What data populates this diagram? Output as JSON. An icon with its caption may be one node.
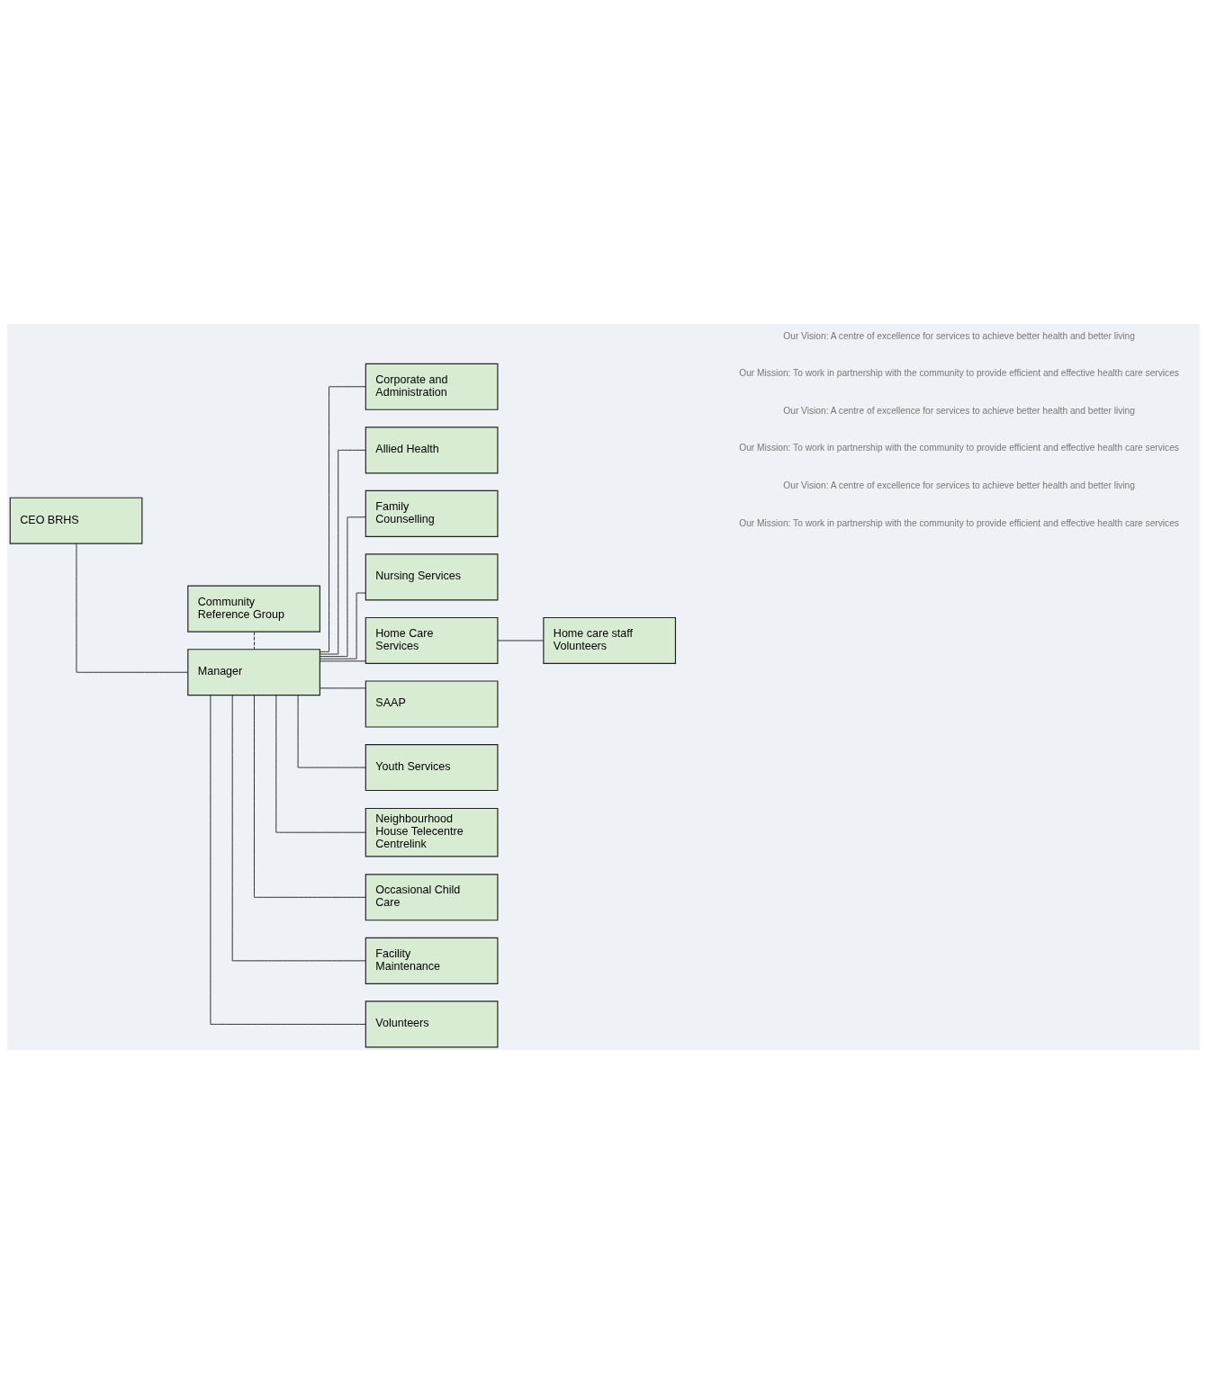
{
  "diagram": {
    "nodes": [
      {
        "text": [
          "CEO BRHS"
        ]
      },
      {
        "text": [
          "Manager"
        ]
      },
      {
        "text": [
          "Community Reference Group"
        ]
      },
      {
        "text": [
          "Corporate and Administration"
        ]
      },
      {
        "text": [
          "Allied Health"
        ]
      },
      {
        "text": [
          "Family Counselling"
        ]
      },
      {
        "text": [
          "Nursing Services"
        ]
      },
      {
        "text": [
          "Home Care Services"
        ]
      },
      {
        "text": [
          "SAAP"
        ]
      },
      {
        "text": [
          "Youth Services"
        ]
      },
      {
        "text": [
          "Neighbourhood House Telecentre Centrelink"
        ]
      },
      {
        "text": [
          "Occasional Child Care"
        ]
      },
      {
        "text": [
          "Facility Maintenance"
        ]
      },
      {
        "text": [
          "Volunteers"
        ]
      },
      {
        "text": [
          "Home care staff Volunteers"
        ]
      }
    ],
    "edges": [
      {
        "from": 0,
        "to": 1,
        "arrow": "none"
      },
      {
        "from": 2,
        "to": 1,
        "arrow": "none",
        "style": "dashed"
      },
      {
        "from": 1,
        "to": 3,
        "arrow": "none"
      },
      {
        "from": 1,
        "to": 4,
        "arrow": "none"
      },
      {
        "from": 1,
        "to": 5,
        "arrow": "none"
      },
      {
        "from": 1,
        "to": 6,
        "arrow": "none"
      },
      {
        "from": 1,
        "to": 7,
        "arrow": "none"
      },
      {
        "from": 1,
        "to": 8,
        "arrow": "none"
      },
      {
        "from": 1,
        "to": 9,
        "arrow": "none"
      },
      {
        "from": 1,
        "to": 10,
        "arrow": "none"
      },
      {
        "from": 1,
        "to": 11,
        "arrow": "none"
      },
      {
        "from": 1,
        "to": 12,
        "arrow": "none"
      },
      {
        "from": 1,
        "to": 13,
        "arrow": "none"
      },
      {
        "from": 7,
        "to": 14,
        "arrow": "none"
      }
    ],
    "labels": [
      "Our Vision: A centre of excellence for services to achieve better health and better living",
      "Our Mission: To work in partnership with the community to provide efficient and effective health care services",
      "Our Vision: A centre of excellence for services to achieve better health and better living",
      "Our Mission: To work in partnership with the community to provide efficient and effective health care services",
      "Our Vision: A centre of excellence for services to achieve better health and better living",
      "Our Mission: To work in partnership with the community to provide efficient and effective health care services"
    ]
  }
}
